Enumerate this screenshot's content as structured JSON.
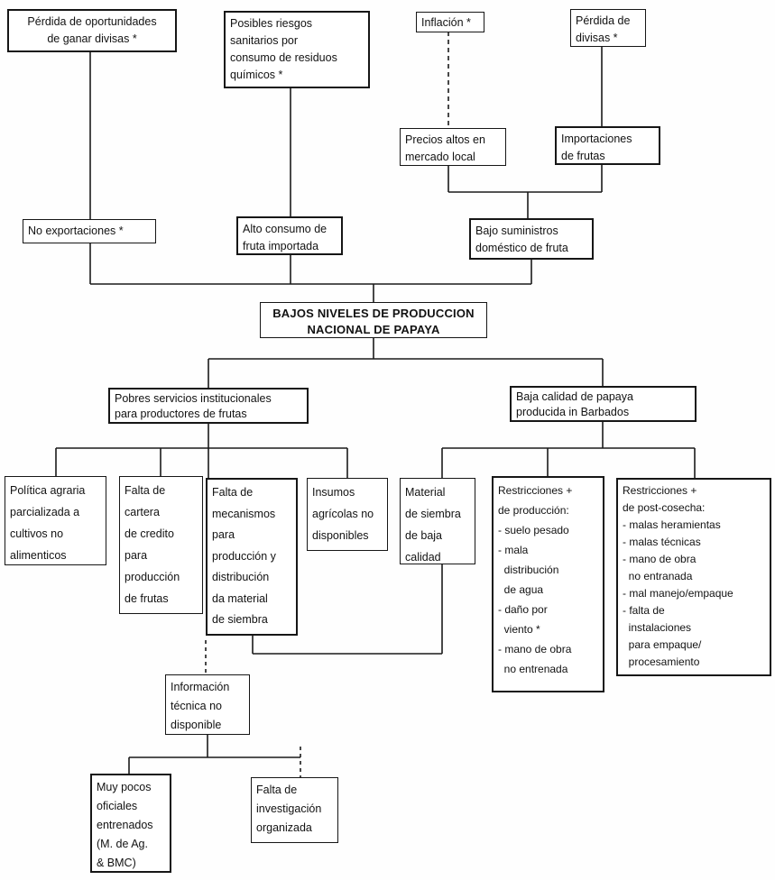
{
  "diagram_type": "problem-tree-flowchart",
  "boxes": {
    "perdida_oportunidades": "Pérdida de oportunidades\nde ganar divisas *",
    "posibles_riesgos": "Posibles riesgos\nsanitarios por\nconsumo de residuos\nquímicos *",
    "inflacion": "Inflación *",
    "perdida_divisas": "Pérdida de\ndivisas *",
    "precios_altos": "Precios altos en\nmercado local",
    "importaciones": "Importaciones\nde frutas",
    "no_exportaciones": "No exportaciones *",
    "alto_consumo": "Alto consumo de\nfruta importada",
    "bajo_suministros": "Bajo suministros\ndoméstico de fruta",
    "problema_central": "BAJOS NIVELES DE PRODUCCION\nNACIONAL DE PAPAYA",
    "pobres_servicios": "Pobres servicios institucionales\npara productores de frutas",
    "baja_calidad": "Baja calidad de papaya\nproducida in Barbados",
    "politica_agraria": "Política agraria\nparcializada a\ncultivos no\nalimenticos",
    "falta_cartera": "Falta de\ncartera\nde credito\npara\nproducción\nde frutas",
    "falta_mecanismos": "Falta de\nmecanismos\npara\nproducción y\ndistribución\nda material\nde siembra",
    "insumos_agricolas": "Insumos\nagrícolas no\ndisponibles",
    "material_siembra": "Material\nde siembra\nde baja\ncalidad",
    "restricciones_produccion": "Restricciones +\nde producción:\n- suelo pesado\n- mala\n  distribución\n  de agua\n- daño por\n  viento *\n- mano de obra\n  no entrenada",
    "restricciones_postcosecha": "Restricciones +\nde post-cosecha:\n- malas heramientas\n- malas técnicas\n- mano de obra\n  no entranada\n- mal manejo/empaque\n- falta de\n  instalaciones\n  para empaque/\n  procesamiento",
    "informacion_tecnica": "Información\ntécnica no\ndisponible",
    "muy_pocos_oficiales": "Muy pocos\noficiales\nentrenados\n(M. de Ag.\n& BMC)",
    "falta_investigacion": "Falta de\ninvestigación\norganizada"
  },
  "colors": {
    "line": "#1a1a1a",
    "box_border": "#161616",
    "background": "#fefefe"
  }
}
